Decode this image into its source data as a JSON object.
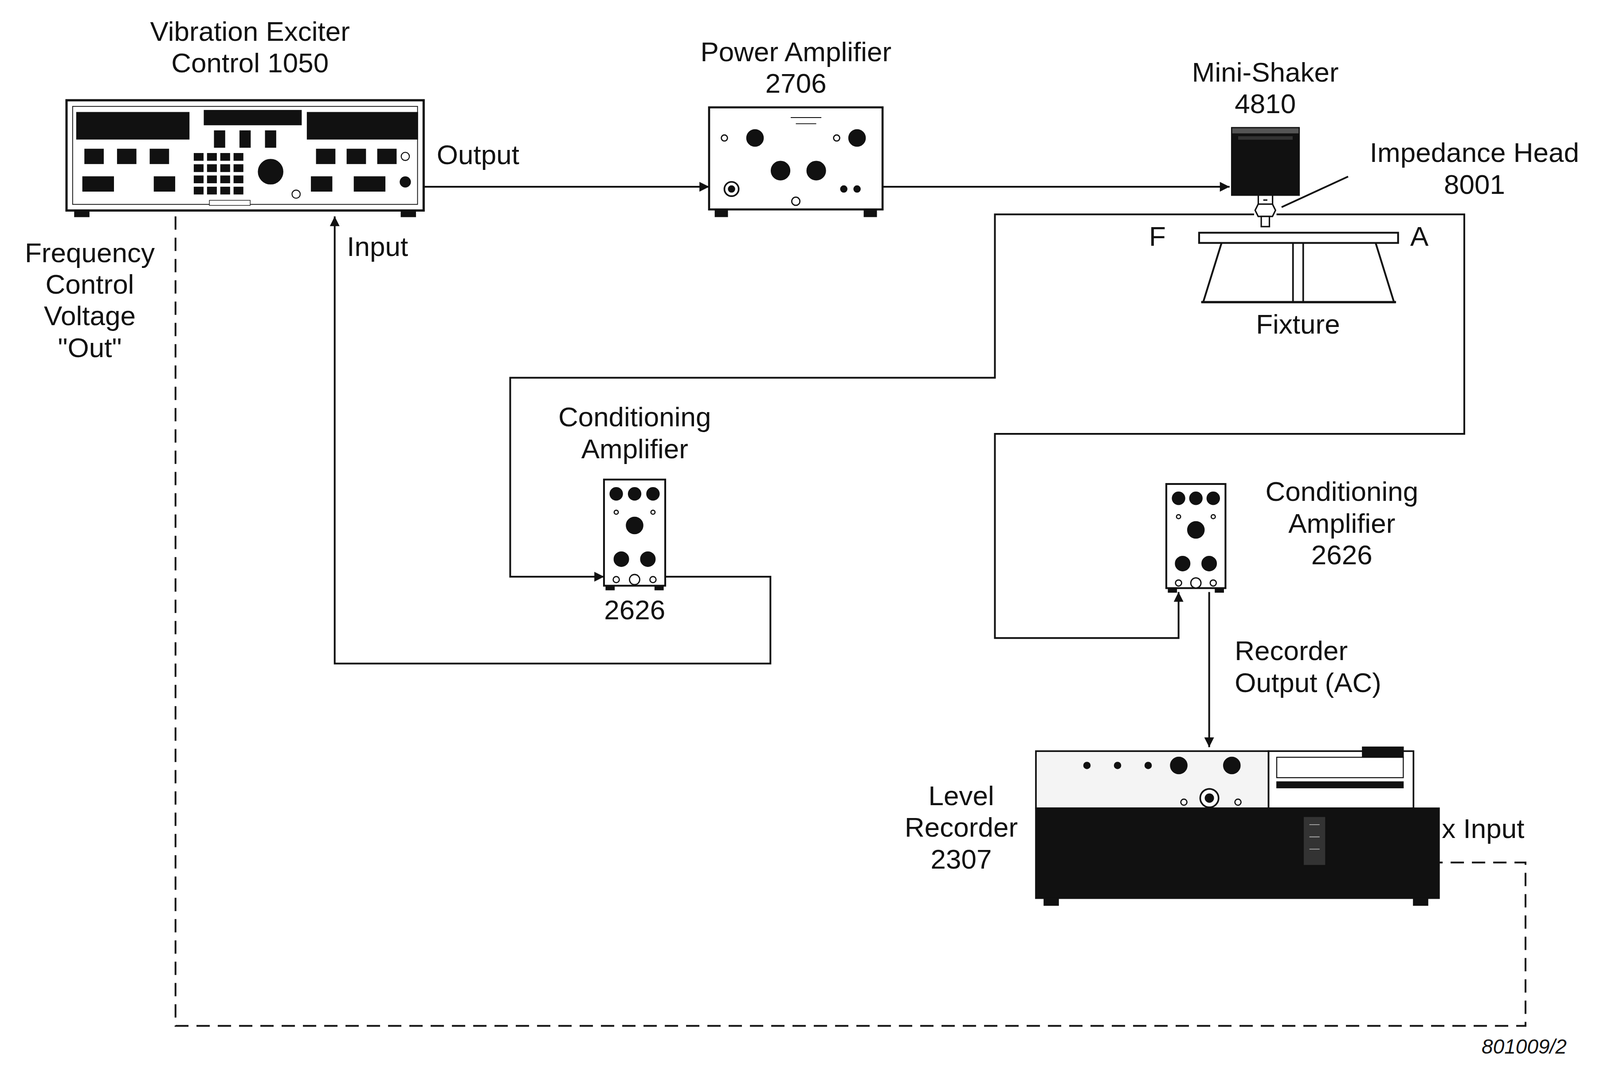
{
  "diagram": {
    "nodes": [
      {
        "text": [
          "Vibration Exciter Control 1050"
        ]
      },
      {
        "text": [
          "Power Amplifier 2706"
        ]
      },
      {
        "text": [
          "Mini-Shaker 4810"
        ]
      },
      {
        "text": [
          "Impedance Head 8001"
        ]
      },
      {
        "text": [
          "Fixture"
        ]
      },
      {
        "text": [
          "Conditioning Amplifier",
          "2626"
        ]
      },
      {
        "text": [
          "Conditioning Amplifier 2626"
        ]
      },
      {
        "text": [
          "Level Recorder 2307"
        ]
      }
    ],
    "edges": [
      {
        "from": 0,
        "to": 1,
        "label": "Output",
        "arrow": "to"
      },
      {
        "from": 1,
        "to": 2,
        "arrow": "to"
      },
      {
        "from": 3,
        "to": 5,
        "arrow": "to"
      },
      {
        "from": 3,
        "to": 6,
        "arrow": "to"
      },
      {
        "from": 5,
        "to": 0,
        "label": "Input",
        "arrow": "to"
      },
      {
        "from": 6,
        "to": 7,
        "label": "Recorder Output (AC)",
        "arrow": "to"
      },
      {
        "from": 0,
        "to": 7,
        "arrow": "none"
      }
    ],
    "labels": [
      "F",
      "A",
      "Frequency Control Voltage \"Out\"",
      "x Input",
      "801009/2"
    ]
  }
}
